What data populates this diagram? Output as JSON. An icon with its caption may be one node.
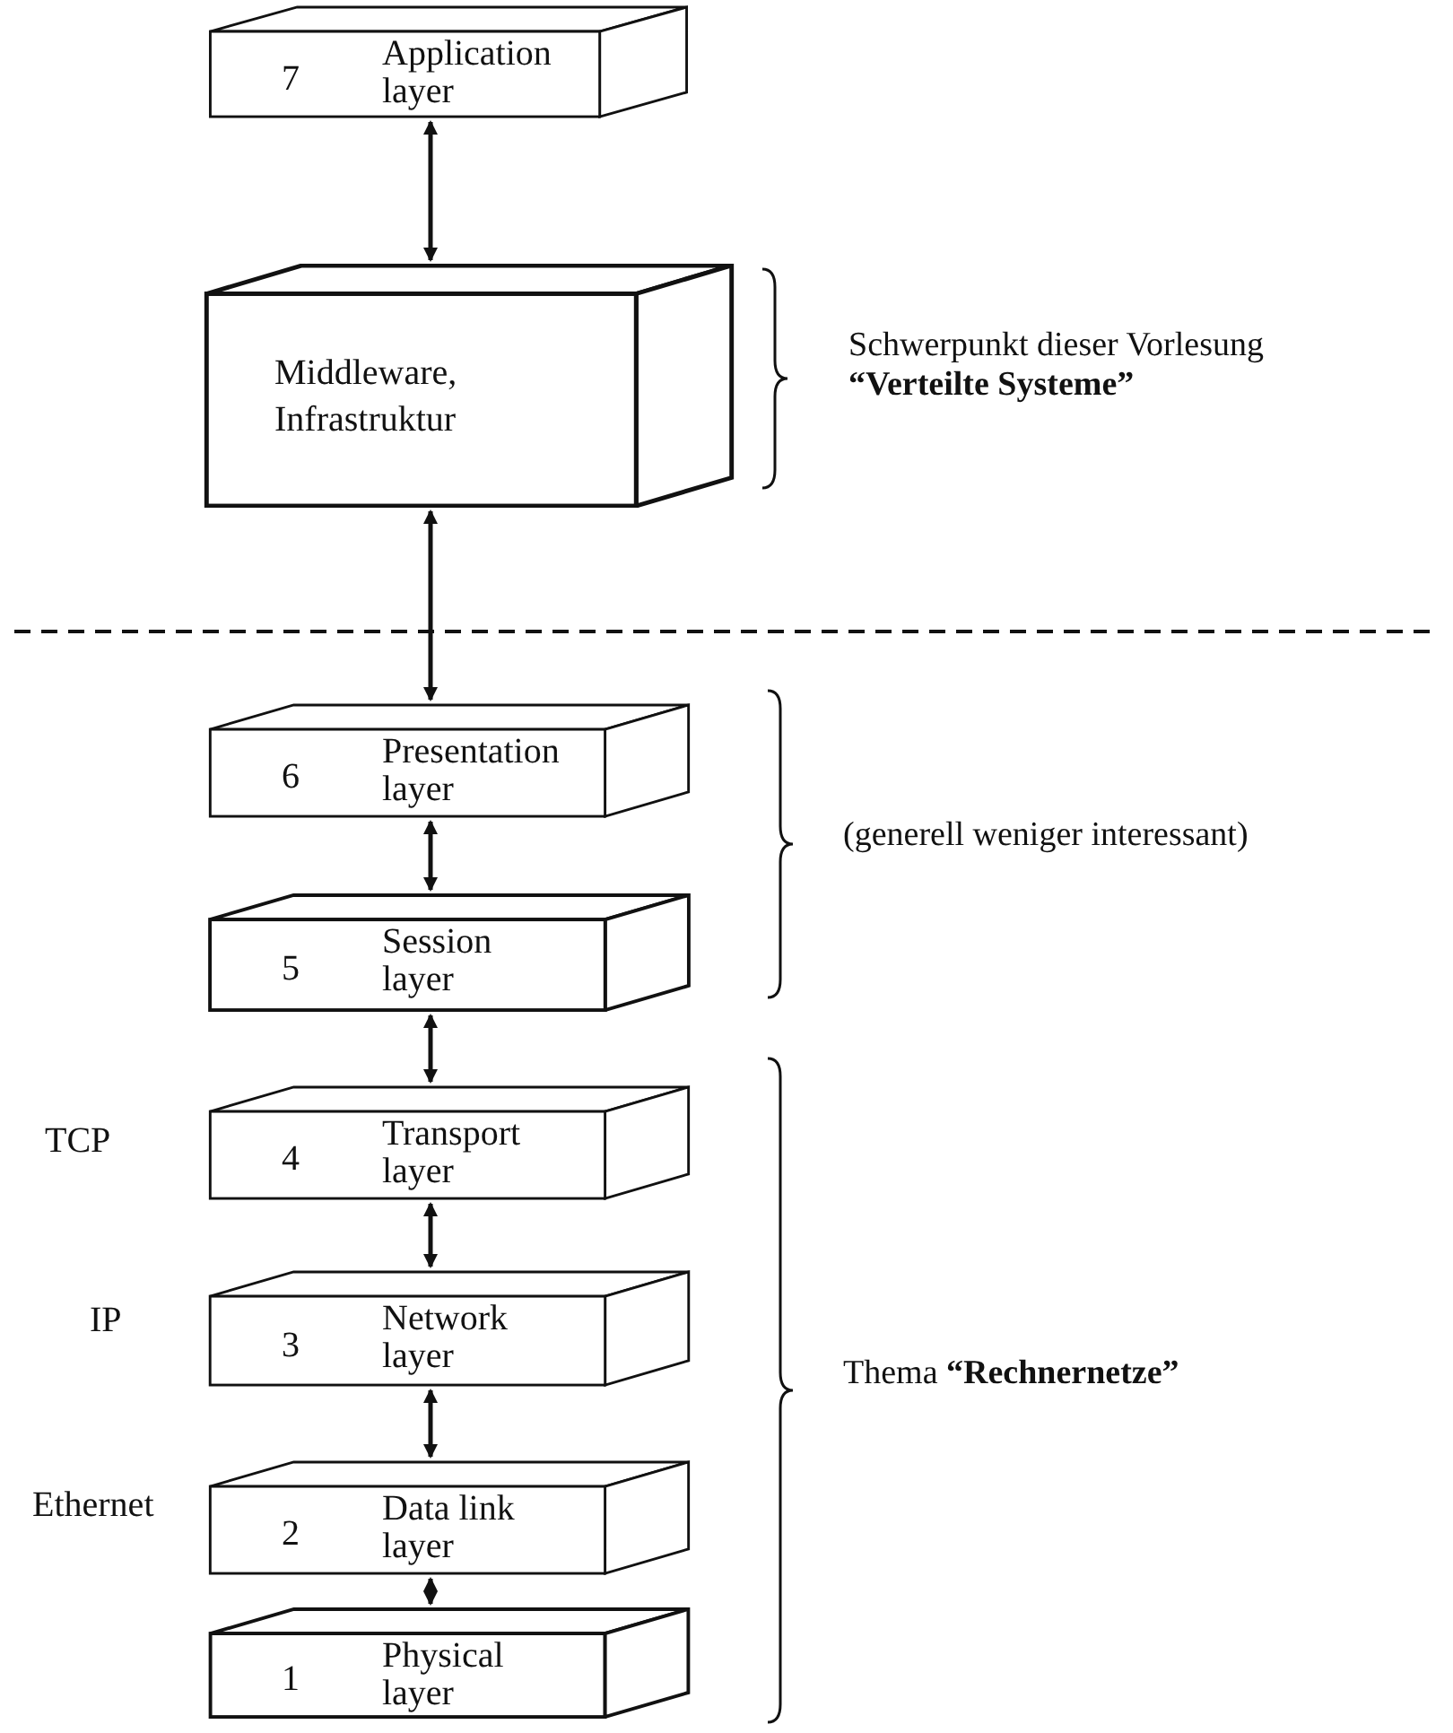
{
  "diagram": {
    "nodes": [
      {
        "text": [
          "7",
          "Application layer"
        ]
      },
      {
        "text": [
          "Middleware, Infrastruktur"
        ]
      },
      {
        "text": [
          "6",
          "Presentation layer"
        ]
      },
      {
        "text": [
          "5",
          "Session layer"
        ]
      },
      {
        "text": [
          "4",
          "Transport layer"
        ],
        "beside": [
          "TCP"
        ]
      },
      {
        "text": [
          "3",
          "Network layer"
        ],
        "beside": [
          "IP"
        ]
      },
      {
        "text": [
          "2",
          "Data link layer"
        ],
        "beside": [
          "Ethernet"
        ]
      },
      {
        "text": [
          "1",
          "Physical layer"
        ]
      }
    ],
    "edges": [
      {
        "from": 0,
        "to": 1,
        "arrow": "both"
      },
      {
        "from": 1,
        "to": 2,
        "arrow": "both"
      },
      {
        "from": 2,
        "to": 3,
        "arrow": "both"
      },
      {
        "from": 3,
        "to": 4,
        "arrow": "both"
      },
      {
        "from": 4,
        "to": 5,
        "arrow": "both"
      },
      {
        "from": 5,
        "to": 6,
        "arrow": "both"
      },
      {
        "from": 6,
        "to": 7,
        "arrow": "both"
      }
    ],
    "labels": [
      "Schwerpunkt dieser Vorlesung **“Verteilte Systeme”**",
      "(generell weniger interessant)",
      "Thema **“Rechnernetze”**"
    ]
  }
}
